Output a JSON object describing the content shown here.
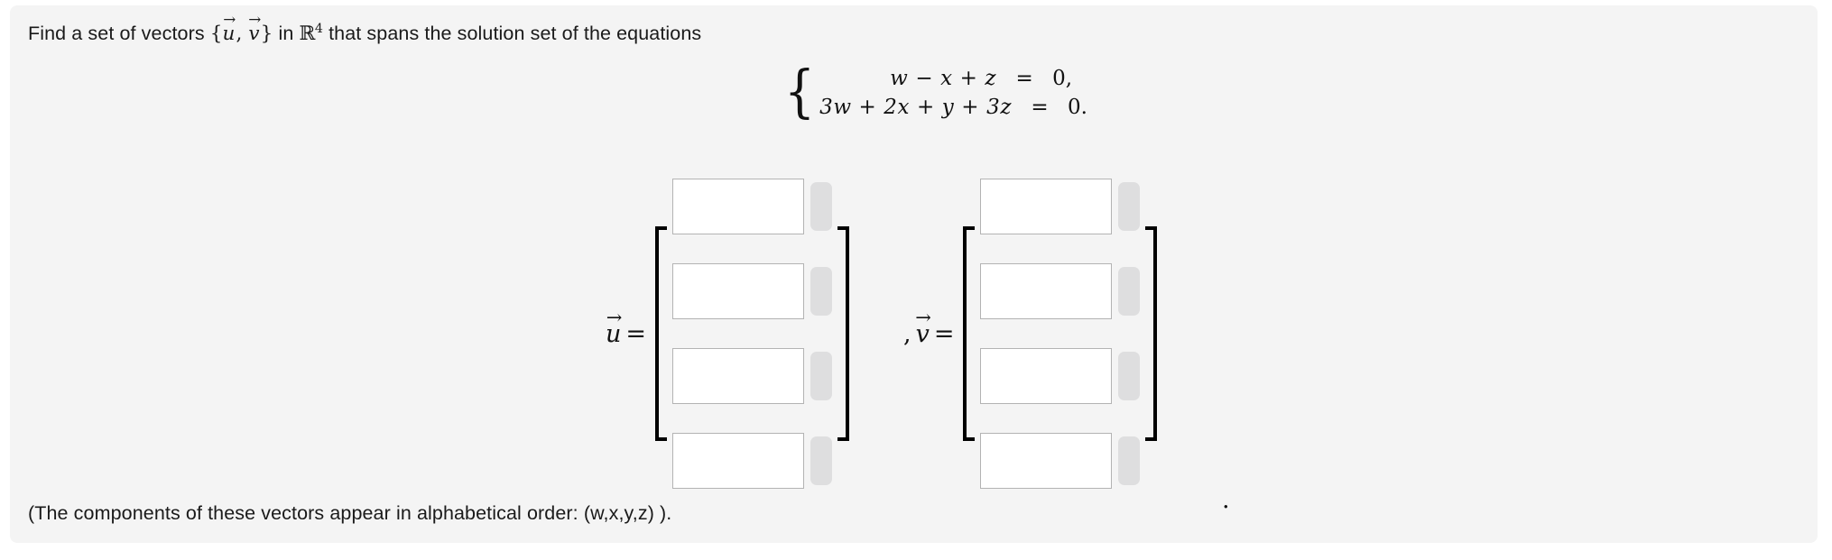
{
  "card": {
    "background": "#f4f4f4",
    "prompt": {
      "lead": "Find a set of vectors ",
      "set_open": "{",
      "vec_u": "u",
      "set_comma": ", ",
      "vec_v": "v",
      "set_close": "}",
      "middle": " in ",
      "field": "R",
      "field_exponent": "4",
      "tail": " that spans the solution set of the equations"
    },
    "footer": "(The components of these vectors appear in alphabetical order: (w,x,y,z) )."
  },
  "equations": {
    "brace": "{",
    "rows": [
      {
        "lhs": "w − x + z",
        "rel": "=",
        "rhs": "0,"
      },
      {
        "lhs": "3w + 2x + y + 3z",
        "rel": "=",
        "rhs": "0."
      }
    ]
  },
  "vectors": [
    {
      "id": "u",
      "leading_comma": "",
      "symbol": "u",
      "arrow": "→",
      "equals": "=",
      "bracket_open": "[",
      "bracket_close": "]",
      "cells": [
        {
          "value": "",
          "placeholder": ""
        },
        {
          "value": "",
          "placeholder": ""
        },
        {
          "value": "",
          "placeholder": ""
        },
        {
          "value": "",
          "placeholder": ""
        }
      ],
      "keyboard_toggle_label": ""
    },
    {
      "id": "v",
      "leading_comma": ",",
      "symbol": "v",
      "arrow": "→",
      "equals": "=",
      "bracket_open": "[",
      "bracket_close": "]",
      "cells": [
        {
          "value": "",
          "placeholder": ""
        },
        {
          "value": "",
          "placeholder": ""
        },
        {
          "value": "",
          "placeholder": ""
        },
        {
          "value": "",
          "placeholder": ""
        }
      ],
      "keyboard_toggle_label": ""
    }
  ],
  "trailing_period": "."
}
